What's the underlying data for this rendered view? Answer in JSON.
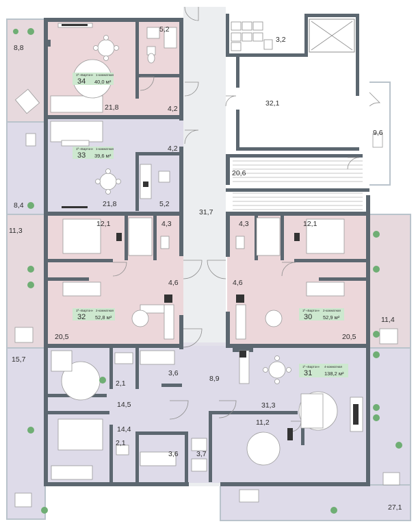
{
  "colors": {
    "wall": "#5c6770",
    "terrace": "#d9dee3",
    "corridor": "#eceef0",
    "apt_pink": "#ecd7da",
    "apt_violet": "#dedbe9",
    "tag_green": "#cde8cf",
    "plant": "#6fae74"
  },
  "units": [
    {
      "id": "34",
      "rooms_text": "1-комнатная",
      "area_text": "40,0 м²",
      "prefix": "1ª «Бартон»"
    },
    {
      "id": "33",
      "rooms_text": "1-комнатная",
      "area_text": "39,6 м²",
      "prefix": "1ª «Бартон»"
    },
    {
      "id": "32",
      "rooms_text": "2-комнатная",
      "area_text": "52,8 м²",
      "prefix": "1ª «Бартон»"
    },
    {
      "id": "30",
      "rooms_text": "2-комнатная",
      "area_text": "52,9 м²",
      "prefix": "1ª «Бартон»"
    },
    {
      "id": "31",
      "rooms_text": "4-комнатная",
      "area_text": "138,2 м²",
      "prefix": "1ª «Бартон»"
    }
  ],
  "rooms": [
    {
      "label": "8,8"
    },
    {
      "label": "5,2"
    },
    {
      "label": "3,2"
    },
    {
      "label": "21,8"
    },
    {
      "label": "4,2"
    },
    {
      "label": "32,1"
    },
    {
      "label": "9,6"
    },
    {
      "label": "4,2"
    },
    {
      "label": "20,6"
    },
    {
      "label": "21,8"
    },
    {
      "label": "5,2"
    },
    {
      "label": "8,4"
    },
    {
      "label": "31,7"
    },
    {
      "label": "11,3"
    },
    {
      "label": "12,1"
    },
    {
      "label": "4,3"
    },
    {
      "label": "4,3"
    },
    {
      "label": "12,1"
    },
    {
      "label": "4,6"
    },
    {
      "label": "4,6"
    },
    {
      "label": "11,4"
    },
    {
      "label": "20,5"
    },
    {
      "label": "20,5"
    },
    {
      "label": "15,7"
    },
    {
      "label": "2,1"
    },
    {
      "label": "3,6"
    },
    {
      "label": "8,9"
    },
    {
      "label": "14,5"
    },
    {
      "label": "31,3"
    },
    {
      "label": "14,4"
    },
    {
      "label": "11,2"
    },
    {
      "label": "2,1"
    },
    {
      "label": "3,6"
    },
    {
      "label": "3,7"
    },
    {
      "label": "27,1"
    }
  ]
}
